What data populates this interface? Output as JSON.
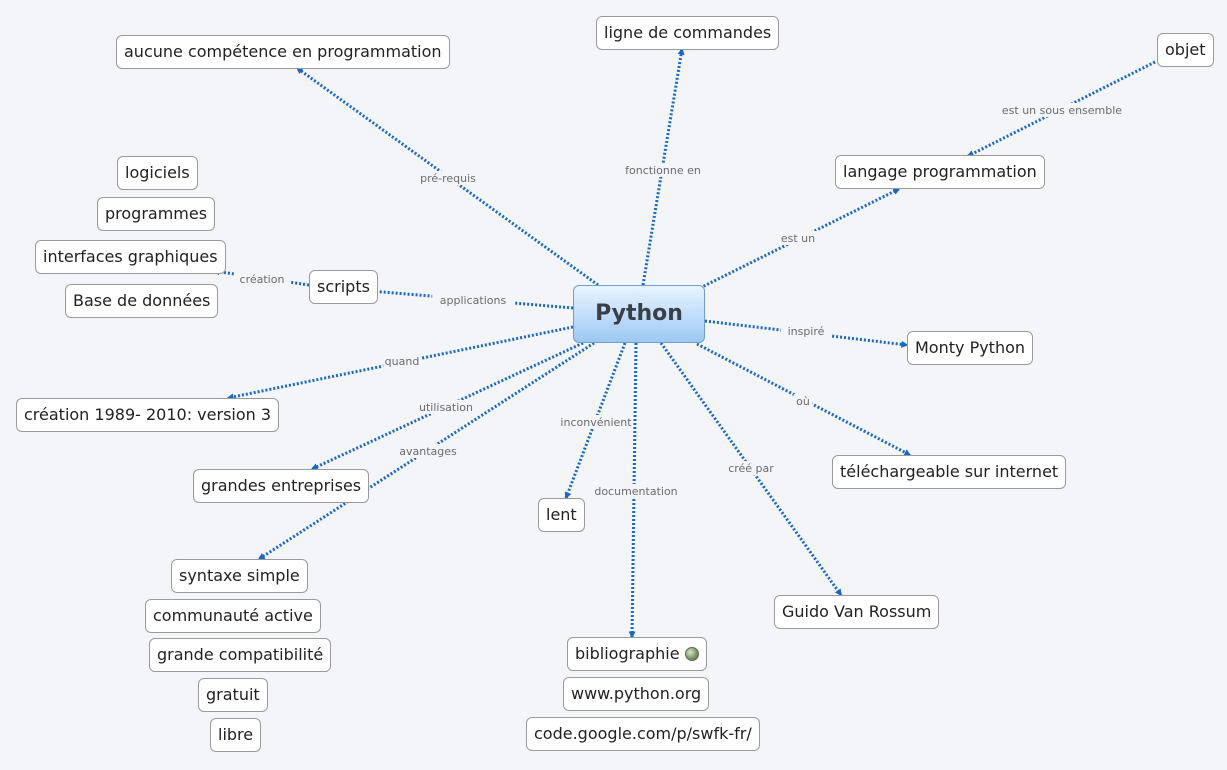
{
  "central": {
    "id": "python",
    "label": "Python"
  },
  "nodes": [
    {
      "id": "aucune",
      "label": "aucune compétence en programmation"
    },
    {
      "id": "ligne",
      "label": "ligne de commandes"
    },
    {
      "id": "objet",
      "label": "objet"
    },
    {
      "id": "langage",
      "label": "langage programmation"
    },
    {
      "id": "logiciels",
      "label": "logiciels"
    },
    {
      "id": "programmes",
      "label": "programmes"
    },
    {
      "id": "interfaces",
      "label": "interfaces graphiques"
    },
    {
      "id": "bdd",
      "label": "Base de données"
    },
    {
      "id": "scripts",
      "label": "scripts"
    },
    {
      "id": "monty",
      "label": "Monty Python"
    },
    {
      "id": "creation",
      "label": "création 1989- 2010: version 3"
    },
    {
      "id": "telechargeable",
      "label": "téléchargeable sur internet"
    },
    {
      "id": "grandes",
      "label": "grandes entreprises"
    },
    {
      "id": "lent",
      "label": "lent"
    },
    {
      "id": "syntaxe",
      "label": "syntaxe simple"
    },
    {
      "id": "communaute",
      "label": "communauté active"
    },
    {
      "id": "compat",
      "label": "grande compatibilité"
    },
    {
      "id": "gratuit",
      "label": "gratuit"
    },
    {
      "id": "libre",
      "label": "libre"
    },
    {
      "id": "guido",
      "label": "Guido Van Rossum"
    },
    {
      "id": "biblio",
      "label": "bibliographie",
      "icon": "globe-icon"
    },
    {
      "id": "www",
      "label": "www.python.org"
    },
    {
      "id": "code",
      "label": "code.google.com/p/swfk-fr/"
    }
  ],
  "edges": [
    {
      "from": "python",
      "to": "aucune",
      "label": "pré-requis"
    },
    {
      "from": "python",
      "to": "ligne",
      "label": "fonctionne en"
    },
    {
      "from": "python",
      "to": "langage",
      "label": "est un"
    },
    {
      "from": "objet",
      "to": "langage",
      "label": "est un sous ensemble"
    },
    {
      "from": "python",
      "to": "scripts",
      "label": "applications"
    },
    {
      "from": "scripts",
      "to": "interfaces",
      "label": "création"
    },
    {
      "from": "python",
      "to": "monty",
      "label": "inspiré"
    },
    {
      "from": "python",
      "to": "creation",
      "label": "quand"
    },
    {
      "from": "python",
      "to": "telechargeable",
      "label": "où"
    },
    {
      "from": "python",
      "to": "grandes",
      "label": "utilisation"
    },
    {
      "from": "python",
      "to": "syntaxe",
      "label": "avantages"
    },
    {
      "from": "python",
      "to": "lent",
      "label": "inconvénient"
    },
    {
      "from": "python",
      "to": "biblio",
      "label": "documentation"
    },
    {
      "from": "python",
      "to": "guido",
      "label": "créé par"
    }
  ],
  "colors": {
    "edge": "#1769c4",
    "edge_label": "#6c6c6c",
    "background": "#f3f5f9"
  }
}
